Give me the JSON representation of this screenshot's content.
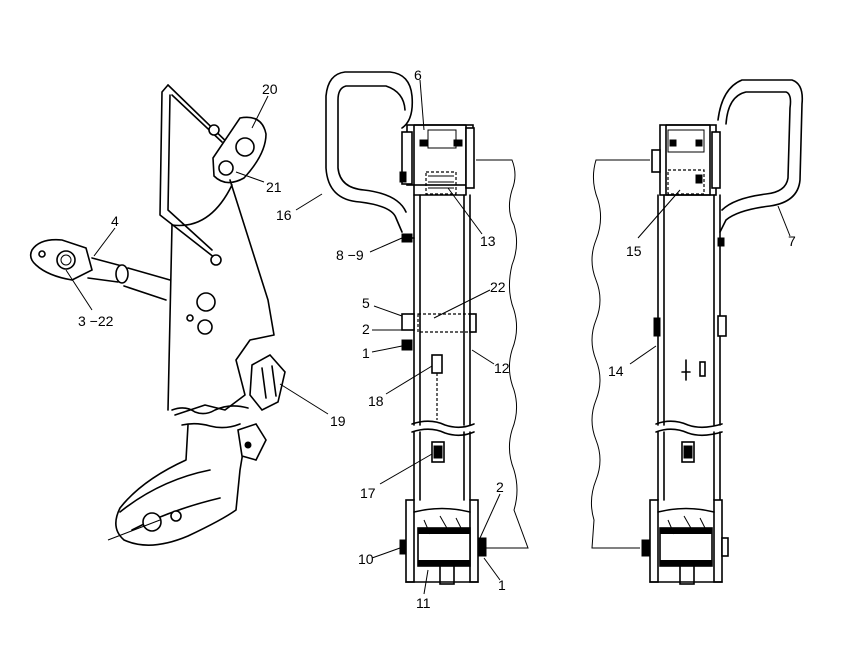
{
  "callouts": {
    "c20": "20",
    "c21": "21",
    "c4": "4",
    "c3_22": "3 −22",
    "c19": "19",
    "c6": "6",
    "c16": "16",
    "c13": "13",
    "c8_9": "8 −9",
    "c22": "22",
    "c5": "5",
    "c2a": "2",
    "c1a": "1",
    "c12": "12",
    "c18": "18",
    "c17": "17",
    "c2b": "2",
    "c10": "10",
    "c1b": "1",
    "c11": "11",
    "c15": "15",
    "c7": "7",
    "c14": "14"
  }
}
